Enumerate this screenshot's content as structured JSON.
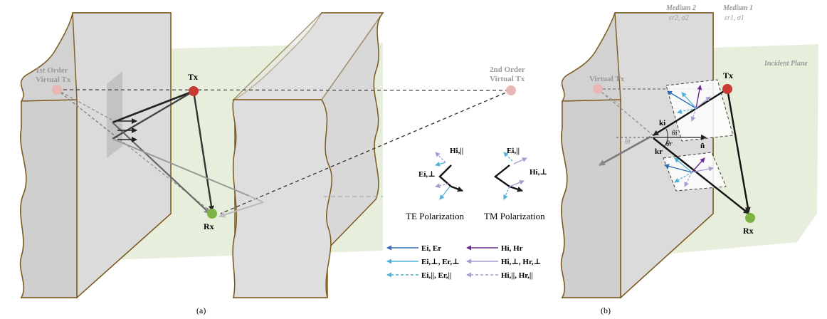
{
  "panel_a": {
    "caption": "(a)",
    "tx_label": "Tx",
    "rx_label": "Rx",
    "virtual_tx_1_line1": "1st Order",
    "virtual_tx_1_line2": "Virtual Tx",
    "virtual_tx_2_line1": "2nd Order",
    "virtual_tx_2_line2": "Virtual Tx"
  },
  "panel_b": {
    "caption": "(b)",
    "tx_label": "Tx",
    "rx_label": "Rx",
    "virtual_tx_label": "Virtual Tx",
    "medium_2_label": "Medium 2",
    "medium_2_params": "εr2, σ2",
    "medium_1_label": "Medium 1",
    "medium_1_params": "εr1, σ1",
    "incident_plane_label": "Incident Plane",
    "ki_label": "ki",
    "kr_label": "kr",
    "n_label": "n̂",
    "theta_i_label": "θi",
    "theta_r_label": "θr",
    "theta_t_label": "θt"
  },
  "polarization": {
    "te_label": "TE Polarization",
    "tm_label": "TM Polarization",
    "te_h_label": "Hi,||",
    "te_e_label": "Ei,⊥",
    "tm_e_label": "Ei,||",
    "tm_h_label": "Hi,⊥"
  },
  "legend": {
    "items": [
      {
        "text": "Ei, Er",
        "color": "#2f6db5",
        "style": "solid"
      },
      {
        "text": "Hi, Hr",
        "color": "#6a2c91",
        "style": "solid"
      },
      {
        "text": "Ei,⊥, Er,⊥",
        "color": "#4fb3d9",
        "style": "solid"
      },
      {
        "text": "Hi,⊥, Hr,⊥",
        "color": "#a99ad0",
        "style": "solid"
      },
      {
        "text": "Ei,||, Er,||",
        "color": "#4fb3d9",
        "style": "dashed"
      },
      {
        "text": "Hi,||, Hr,||",
        "color": "#a99ad0",
        "style": "dashed"
      }
    ]
  },
  "colors": {
    "wall_fill": "#dcdcdc",
    "wall_edge": "#7a5a1e",
    "plane_fill": "#e4ecd8",
    "tx": "#c93a32",
    "rx": "#7cb342",
    "virtual_tx": "#e8b7b5"
  }
}
